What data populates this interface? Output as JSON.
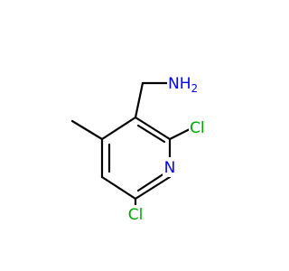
{
  "molecule": {
    "atoms": {
      "amine": {
        "symbol": "NH2",
        "text": "NH",
        "subscript": "2",
        "color": "#0000ff"
      },
      "nitrogen": {
        "symbol": "N",
        "text": "N",
        "color": "#0000ff"
      },
      "chlorine_upper": {
        "symbol": "Cl",
        "text": "Cl",
        "color": "#00aa00"
      },
      "chlorine_lower": {
        "symbol": "Cl",
        "text": "Cl",
        "color": "#00aa00"
      }
    }
  }
}
